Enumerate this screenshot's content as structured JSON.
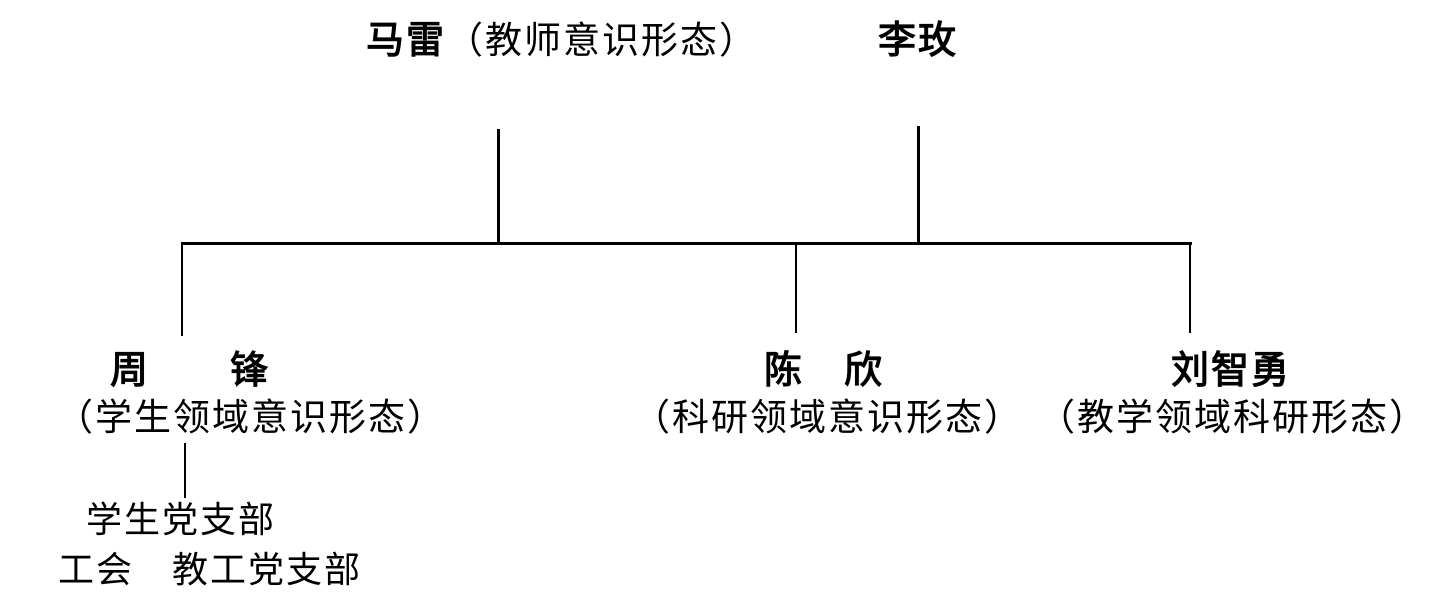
{
  "page": {
    "background_color": "#ffffff",
    "ink_color": "#000000"
  },
  "org_chart": {
    "type": "org-chart",
    "top_row": {
      "leader_primary": {
        "name": "马雷",
        "role": "（教师意识形态）"
      },
      "leader_secondary": {
        "name": "李玫"
      }
    },
    "branch_row": {
      "zhou_feng": {
        "name": "周　　锋",
        "role": "（学生领域意识形态）"
      },
      "chen_xin": {
        "name": "陈　欣",
        "role": "（科研领域意识形态）"
      },
      "liu_zhiyong": {
        "name": "刘智勇",
        "role": "（教学领域科研形态）"
      }
    },
    "sub_groups": {
      "line1": "学生党支部",
      "line2": "工会　教工党支部"
    },
    "connectors": [
      "马雷 → 横线",
      "李玫 → 横线",
      "横线 → 周锋",
      "横线 → 陈欣",
      "横线 → 刘智勇",
      "周锋 → 学生党支部/工会/教工党支部"
    ]
  }
}
